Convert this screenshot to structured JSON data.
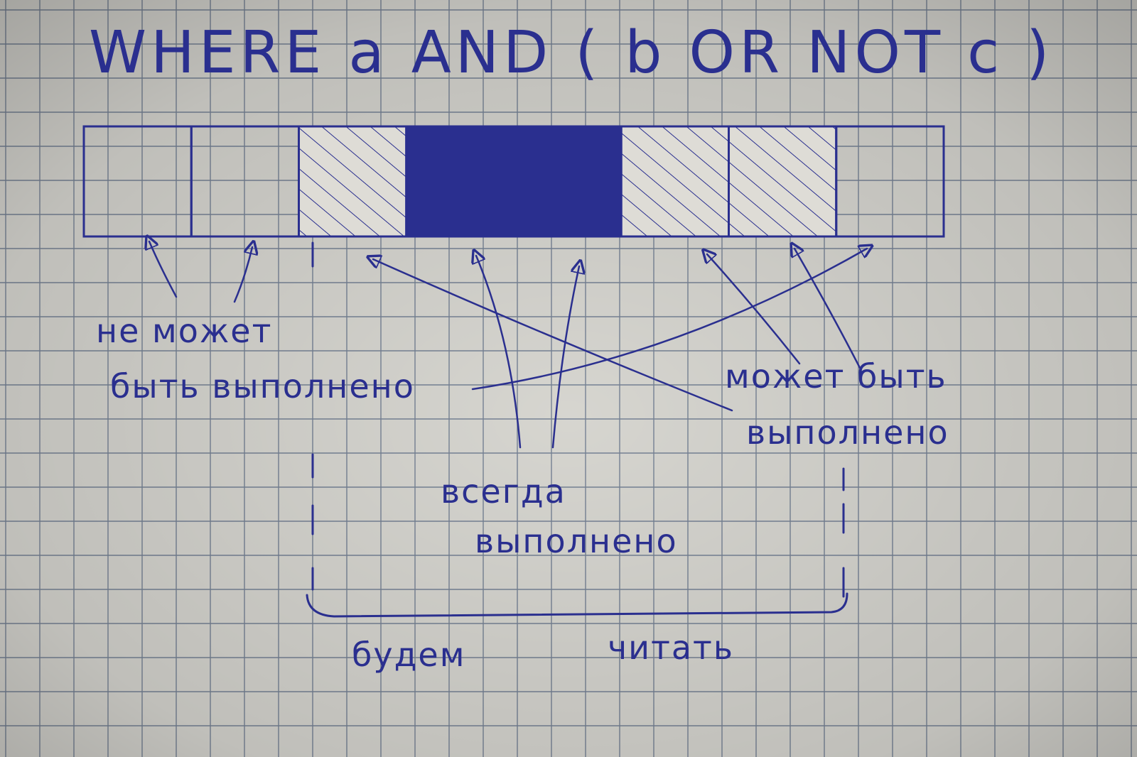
{
  "title": "WHERE a AND ( b OR NOT c )",
  "annotations": {
    "cannot_line1": "не может",
    "cannot_line2": "быть выполнено",
    "maybe_line1": "может быть",
    "maybe_line2": "выполнено",
    "always_line1": "всегда",
    "always_line2": "выполнено",
    "read_label": "будем",
    "read_label2": "читать"
  },
  "bar": {
    "cells": [
      {
        "state": "empty"
      },
      {
        "state": "empty"
      },
      {
        "state": "hatched"
      },
      {
        "state": "filled"
      },
      {
        "state": "filled"
      },
      {
        "state": "hatched"
      },
      {
        "state": "hatched"
      },
      {
        "state": "empty"
      }
    ]
  },
  "colors": {
    "ink": "#2a2f8f",
    "grid": "#7d8a9e",
    "paper": "#e4e3dd"
  }
}
